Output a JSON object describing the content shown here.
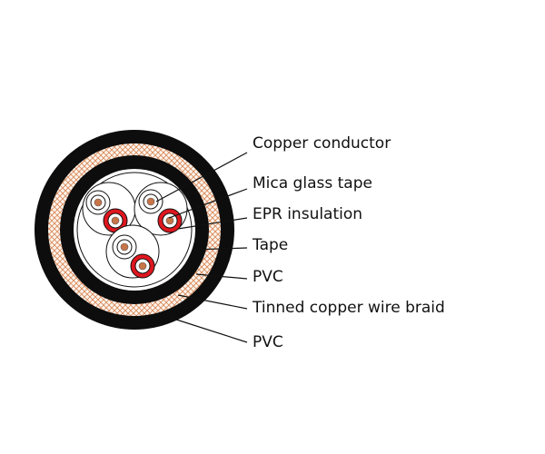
{
  "labels": [
    "Copper conductor",
    "Mica glass tape",
    "EPR insulation",
    "Tape",
    "PVC",
    "Tinned copper wire braid",
    "PVC"
  ],
  "colors": {
    "sheath": "#0d0d0d",
    "braid": "#d98a5a",
    "insulation": "#e0161e",
    "copper": "#c8754a"
  }
}
